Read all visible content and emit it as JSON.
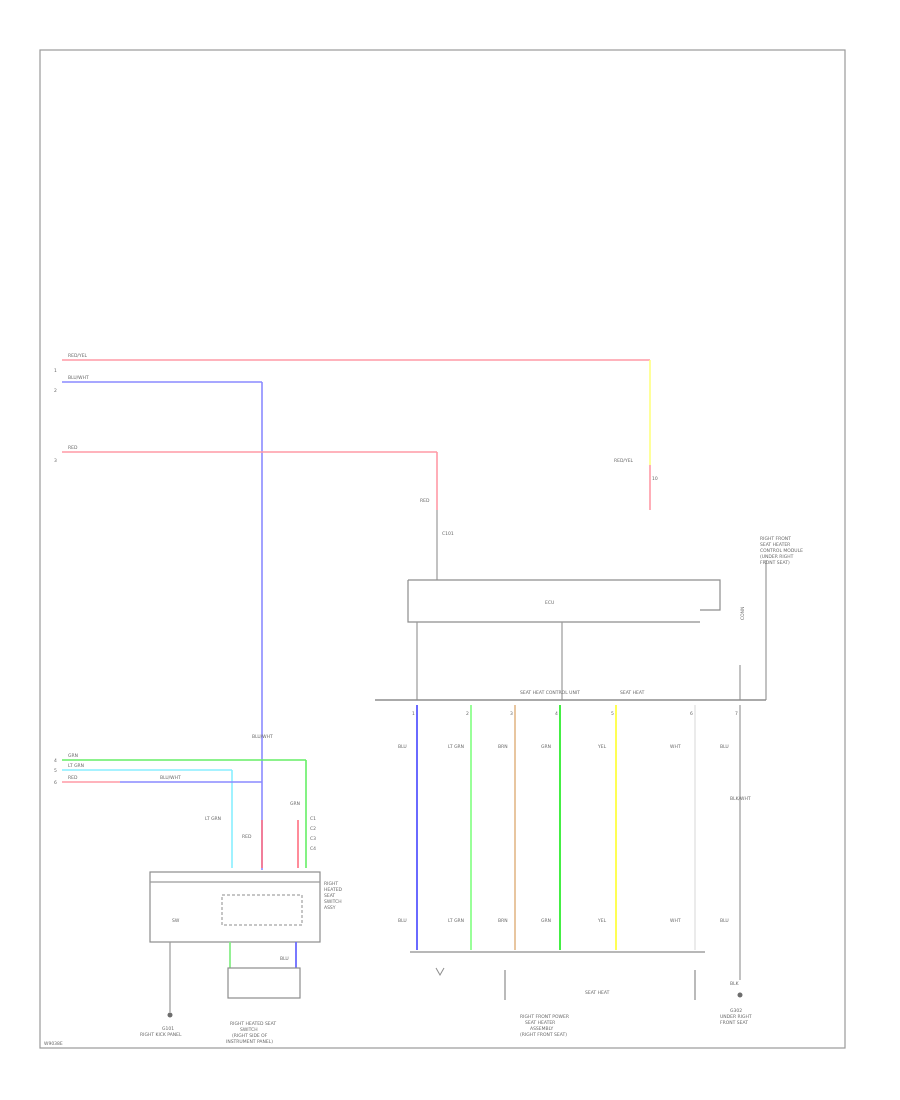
{
  "figure_id": "W9038E",
  "components": {
    "relay_label": "ECU",
    "bus_group_left": "SEAT HEAT CONTROL UNIT",
    "bus_group_right": "SEAT HEAT",
    "right_box_label": "SEAT HEAT",
    "vertical_label": "CONN",
    "sw_label": "SW",
    "ground_label": "G101",
    "ground_sub": "RIGHT KICK PANEL",
    "bottom_left_title": [
      "RIGHT HEATED SEAT",
      "SWITCH",
      "(RIGHT SIDE OF",
      "INSTRUMENT PANEL)"
    ],
    "bottom_mid_title": [
      "RIGHT FRONT POWER",
      "SEAT HEATER",
      "ASSEMBLY",
      "(RIGHT FRONT SEAT)"
    ],
    "bottom_right_title": [
      "G302",
      "UNDER RIGHT",
      "FRONT SEAT"
    ],
    "top_right_note": [
      "RIGHT FRONT",
      "SEAT HEATER",
      "CONTROL MODULE",
      "(UNDER RIGHT",
      "FRONT SEAT)"
    ],
    "switch_side_note": [
      "RIGHT",
      "HEATED",
      "SEAT",
      "SWITCH",
      "ASSY"
    ]
  },
  "wires": {
    "in1": "RED/YEL",
    "in2": "BLU/WHT",
    "in3": "RED",
    "red_drop": "RED",
    "redyel_drop": "RED/YEL",
    "blu_vertical": "BLU/WHT",
    "grn": "GRN",
    "ltgrn": "LT GRN",
    "red_small": "RED",
    "bluwht_small": "BLU/WHT",
    "sw_lt_grn": "LT GRN",
    "sw_grn": "GRN",
    "sw_red": "RED",
    "sw_blu": "BLU",
    "bus_cols": [
      "BLU",
      "LT GRN",
      "BRN",
      "GRN",
      "YEL",
      "WHT",
      "BLU"
    ],
    "bus_cols_bottom": [
      "BLU",
      "LT GRN",
      "BRN",
      "GRN",
      "YEL",
      "WHT",
      "BLU"
    ],
    "blk_wire": "BLK/WHT",
    "blk_bottom": "BLK"
  },
  "terminal_labels": {
    "left_inputs": [
      "1",
      "2",
      "3"
    ],
    "left_small": [
      "4",
      "5",
      "6"
    ],
    "sw_connector": [
      "C1",
      "C2",
      "C3",
      "C4"
    ],
    "bus_pins": [
      "1",
      "2",
      "3",
      "4",
      "5",
      "6",
      "7"
    ],
    "drop_pins": [
      "C101",
      "10"
    ]
  },
  "colors": {
    "red": "#ff5a6a",
    "redyel_yellow": "#ffff66",
    "blue": "#6a6aff",
    "green": "#44ee44",
    "lt_green": "#99ff99",
    "brn": "#e8c6a0",
    "cyan": "#88eeff",
    "yellow": "#ffff55",
    "frame": "#9a9a9a"
  }
}
